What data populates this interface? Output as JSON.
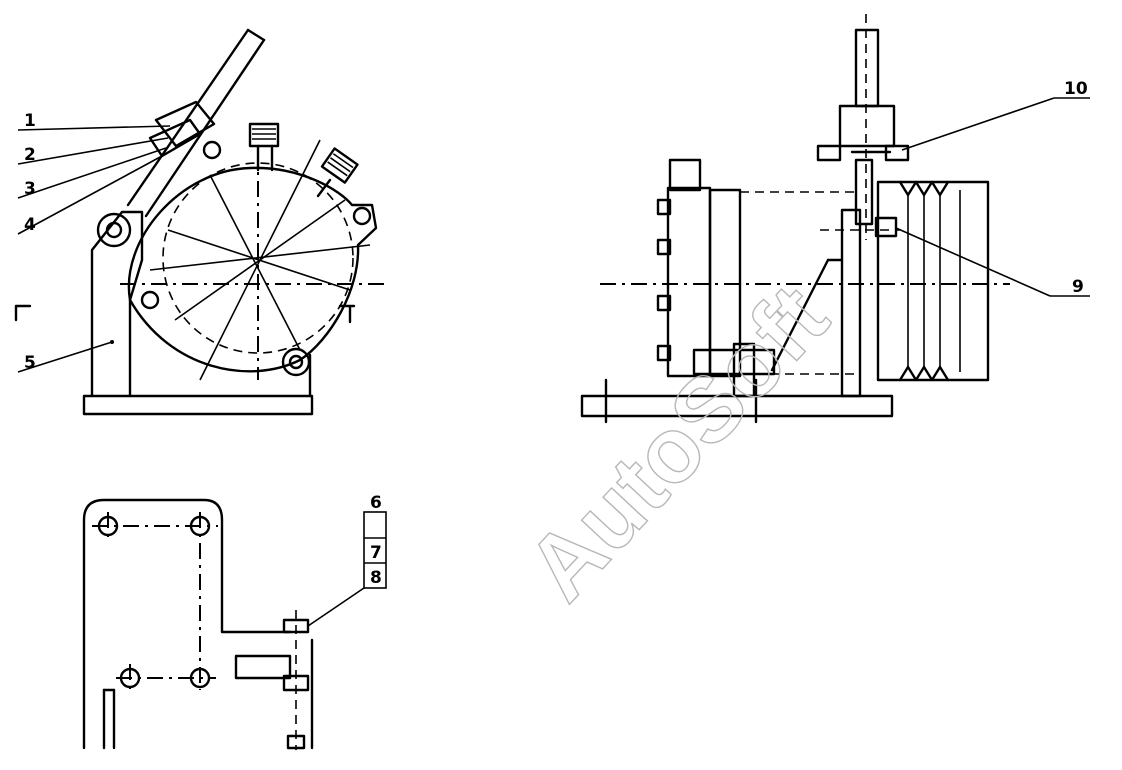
{
  "drawing": {
    "callouts": [
      {
        "id": "callout-1",
        "text": "1"
      },
      {
        "id": "callout-2",
        "text": "2"
      },
      {
        "id": "callout-3",
        "text": "3"
      },
      {
        "id": "callout-4",
        "text": "4"
      },
      {
        "id": "callout-5",
        "text": "5"
      },
      {
        "id": "callout-6",
        "text": "6"
      },
      {
        "id": "callout-7",
        "text": "7"
      },
      {
        "id": "callout-8",
        "text": "8"
      },
      {
        "id": "callout-9",
        "text": "9"
      },
      {
        "id": "callout-10",
        "text": "10"
      }
    ]
  },
  "watermark": {
    "text": "AutoSoft",
    "color": "#b8b8b8"
  }
}
